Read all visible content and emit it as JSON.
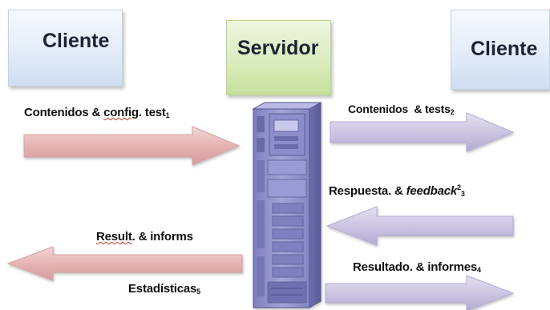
{
  "nodes": {
    "cliente_left": "Cliente",
    "servidor": "Servidor",
    "cliente_right": "Cliente"
  },
  "labels": {
    "contenidos_config": {
      "text": "Contenidos & ",
      "wavy": "config",
      "text2": ". test",
      "sub": "1"
    },
    "contenidos_tests": {
      "text": "Contenidos  & tests",
      "sub": "2"
    },
    "respuesta": {
      "text": "Respuesta. & ",
      "italic": "feedback",
      "sup": "2",
      "sub": "3"
    },
    "result_informs": {
      "wavy": "Result",
      "text": ". & informs"
    },
    "resultado": {
      "text": "Resultado. & informes",
      "sub": "4"
    },
    "estadisticas": {
      "text": "Estadísticas",
      "sub": "5"
    }
  },
  "colors": {
    "pink_arrow": "#e8b8b9",
    "purple_arrow": "#c9c2e0",
    "server_tower": "#a8a8d8"
  }
}
